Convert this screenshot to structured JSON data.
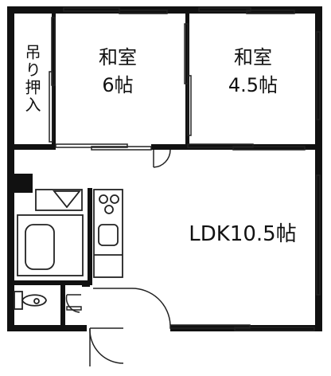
{
  "rooms": {
    "closet": {
      "label": "吊り押入"
    },
    "washitsu_left": {
      "name": "和室",
      "size": "6帖"
    },
    "washitsu_right": {
      "name": "和室",
      "size": "4.5帖"
    },
    "ldk": {
      "label": "LDK10.5帖"
    }
  },
  "colors": {
    "wall": "#111111",
    "line": "#222222",
    "background": "#ffffff"
  }
}
